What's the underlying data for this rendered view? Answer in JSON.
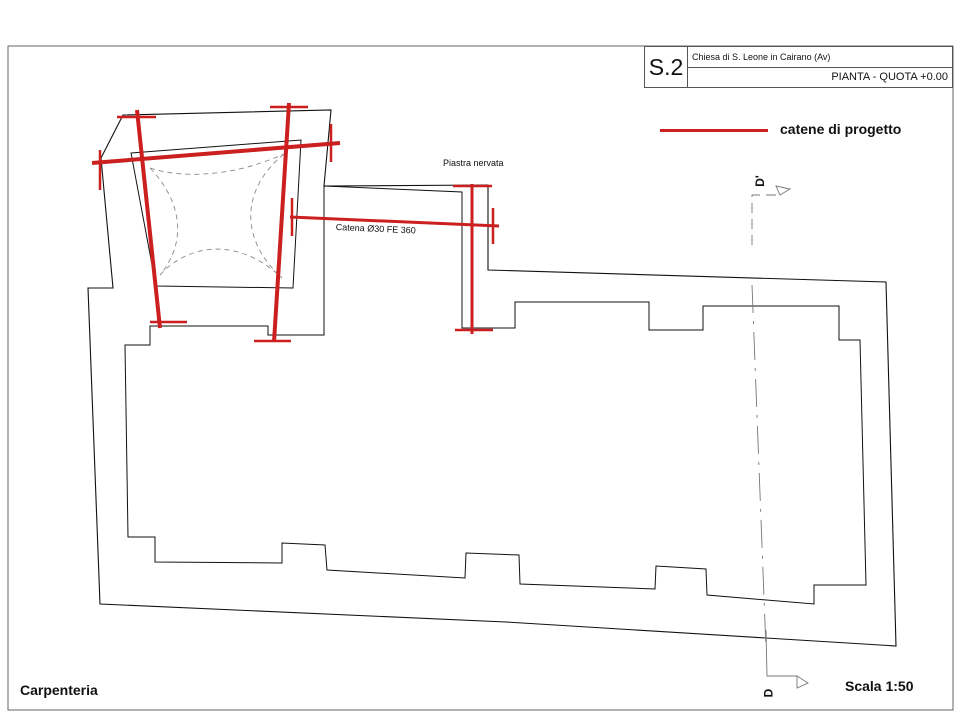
{
  "title_block": {
    "sheet_code": "S.2",
    "project": "Chiesa di S. Leone in Cairano (Av)",
    "drawing": "PIANTA - QUOTA +0.00"
  },
  "legend": {
    "label": "catene di progetto",
    "color": "#cc1f1f"
  },
  "annotations": {
    "plate_label": "Piastra nervata",
    "chain_label": "Catena Ø30 FE 360"
  },
  "section_marks": {
    "top": "D'",
    "bottom": "D"
  },
  "footer": {
    "title": "Carpenteria",
    "scale": "Scala 1:50"
  },
  "colors": {
    "outline": "#111111",
    "frame": "#666666",
    "chain": "#cc1f1f",
    "vault": "#8a8a8a"
  }
}
